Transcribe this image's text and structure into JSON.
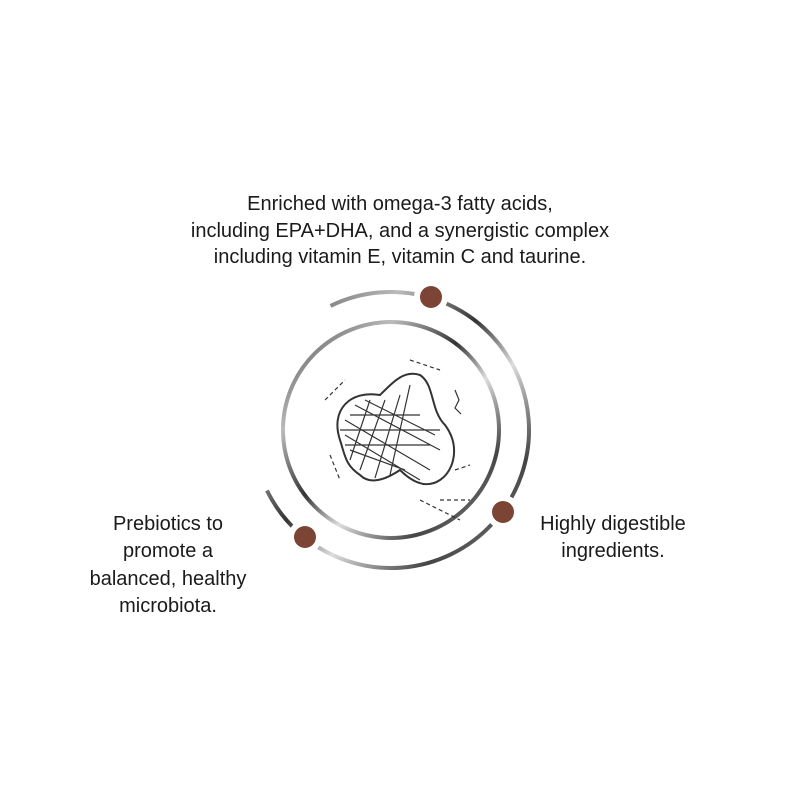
{
  "features": {
    "top": {
      "lines": [
        "Enriched with omega-3 fatty acids,",
        "including EPA+DHA, and a synergistic complex",
        "including vitamin E, vitamin C and taurine."
      ]
    },
    "left": {
      "lines": [
        "Prebiotics to",
        "promote a",
        "balanced, healthy",
        "microbiota."
      ]
    },
    "right": {
      "lines": [
        "Highly digestible",
        "ingredients."
      ]
    }
  },
  "colors": {
    "dot": "#7b4434",
    "ring": "#555555",
    "text": "#1a1a1a"
  },
  "icons": [
    "kibble-sketch-icon",
    "feature-dot-icon"
  ]
}
